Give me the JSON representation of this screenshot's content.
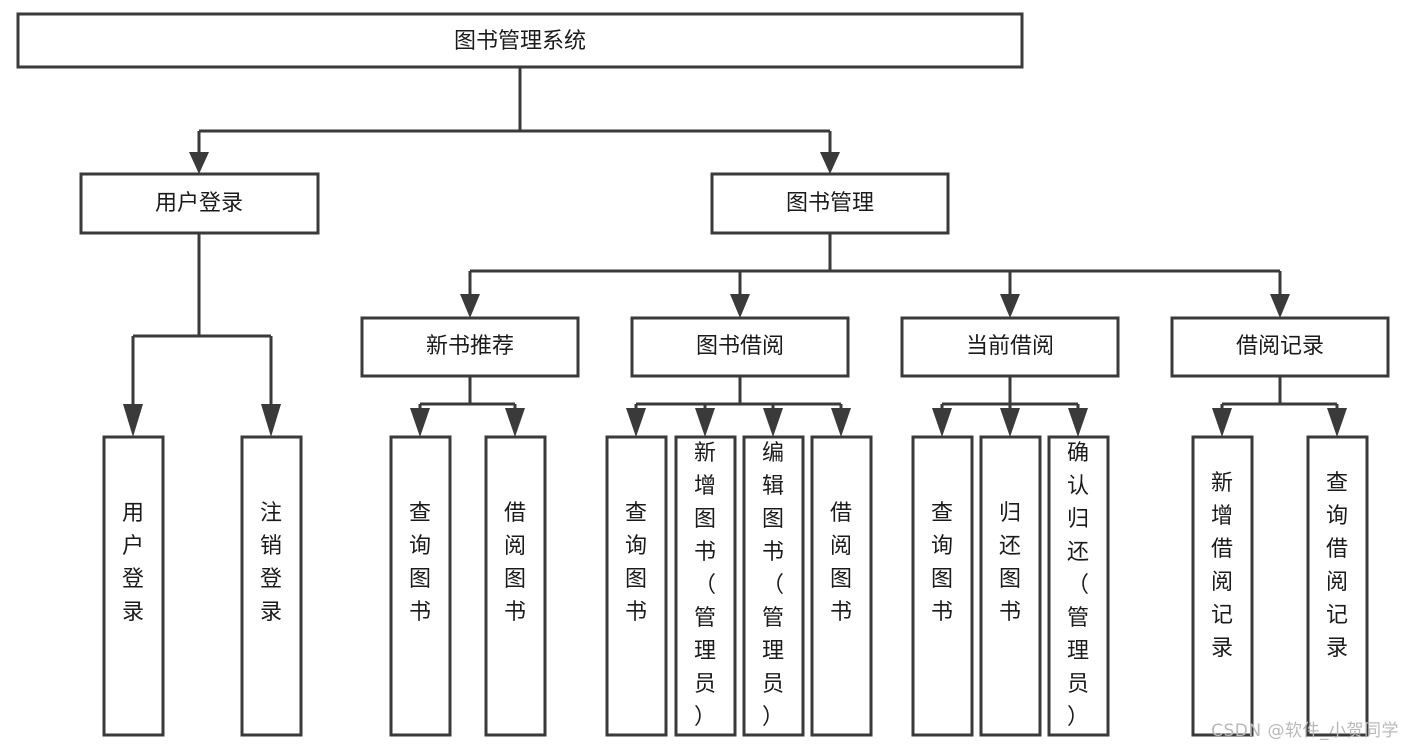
{
  "diagram": {
    "kind": "function-structure-tree",
    "title": "图书管理系统",
    "watermark": "CSDN @软件_小贺同学",
    "colors": {
      "stroke": "#3a3a3a",
      "box_fill": "#ffffff",
      "text": "#1b1b1b",
      "background": "#ffffff",
      "watermark": "#b9b9b9"
    },
    "levels": {
      "root": {
        "label": "图书管理系统"
      },
      "level2": [
        {
          "id": "user-login",
          "label": "用户登录"
        },
        {
          "id": "book-manage",
          "label": "图书管理"
        }
      ],
      "level3": [
        {
          "id": "new-book-recommend",
          "label": "新书推荐",
          "parent": "book-manage"
        },
        {
          "id": "book-borrow",
          "label": "图书借阅",
          "parent": "book-manage"
        },
        {
          "id": "current-borrow",
          "label": "当前借阅",
          "parent": "book-manage"
        },
        {
          "id": "borrow-record",
          "label": "借阅记录",
          "parent": "book-manage"
        }
      ],
      "leaves": [
        {
          "id": "leaf-user-login",
          "label": "用户登录",
          "parent": "user-login"
        },
        {
          "id": "leaf-user-logout",
          "label": "注销登录",
          "parent": "user-login"
        },
        {
          "id": "leaf-query-book-1",
          "label": "查询图书",
          "parent": "new-book-recommend"
        },
        {
          "id": "leaf-borrow-book-1",
          "label": "借阅图书",
          "parent": "new-book-recommend"
        },
        {
          "id": "leaf-query-book-2",
          "label": "查询图书",
          "parent": "book-borrow"
        },
        {
          "id": "leaf-add-book",
          "label": "新增图书（管理员）",
          "parent": "book-borrow"
        },
        {
          "id": "leaf-edit-book",
          "label": "编辑图书（管理员）",
          "parent": "book-borrow"
        },
        {
          "id": "leaf-borrow-book-2",
          "label": "借阅图书",
          "parent": "book-borrow"
        },
        {
          "id": "leaf-query-book-3",
          "label": "查询图书",
          "parent": "current-borrow"
        },
        {
          "id": "leaf-return-book",
          "label": "归还图书",
          "parent": "current-borrow"
        },
        {
          "id": "leaf-confirm-return",
          "label": "确认归还（管理员）",
          "parent": "current-borrow"
        },
        {
          "id": "leaf-add-record",
          "label": "新增借阅记录",
          "parent": "borrow-record"
        },
        {
          "id": "leaf-query-record",
          "label": "查询借阅记录",
          "parent": "borrow-record"
        }
      ]
    }
  }
}
